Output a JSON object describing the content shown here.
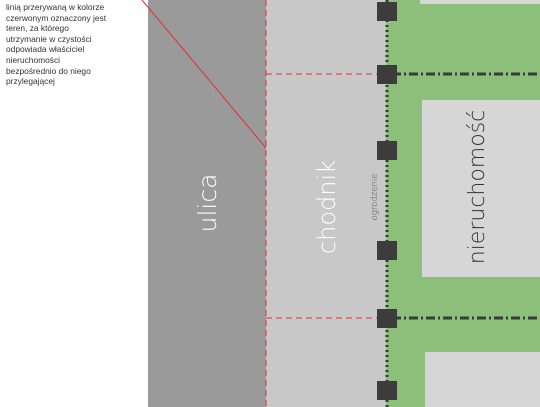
{
  "caption": {
    "lines": [
      "linią przerywaną w kolorze",
      "czerwonym oznaczony jest",
      "teren, za którego",
      "utrzymanie w czystości",
      "odpowiada właściciel",
      "nieruchomości",
      "bezpośrednio do niego",
      "przylegającej"
    ]
  },
  "labels": {
    "street": "ulica",
    "sidewalk": "chodnik",
    "property": "nieruchomość",
    "fence": "ogrodzenie"
  },
  "colors": {
    "street": "#9a9a9a",
    "sidewalk": "#c8c8c8",
    "green": "#8cc07a",
    "property": "#d6d6d6",
    "post": "#3c3c3c",
    "red_line": "#e0302e",
    "fence_dots": "#3a3a3a"
  }
}
